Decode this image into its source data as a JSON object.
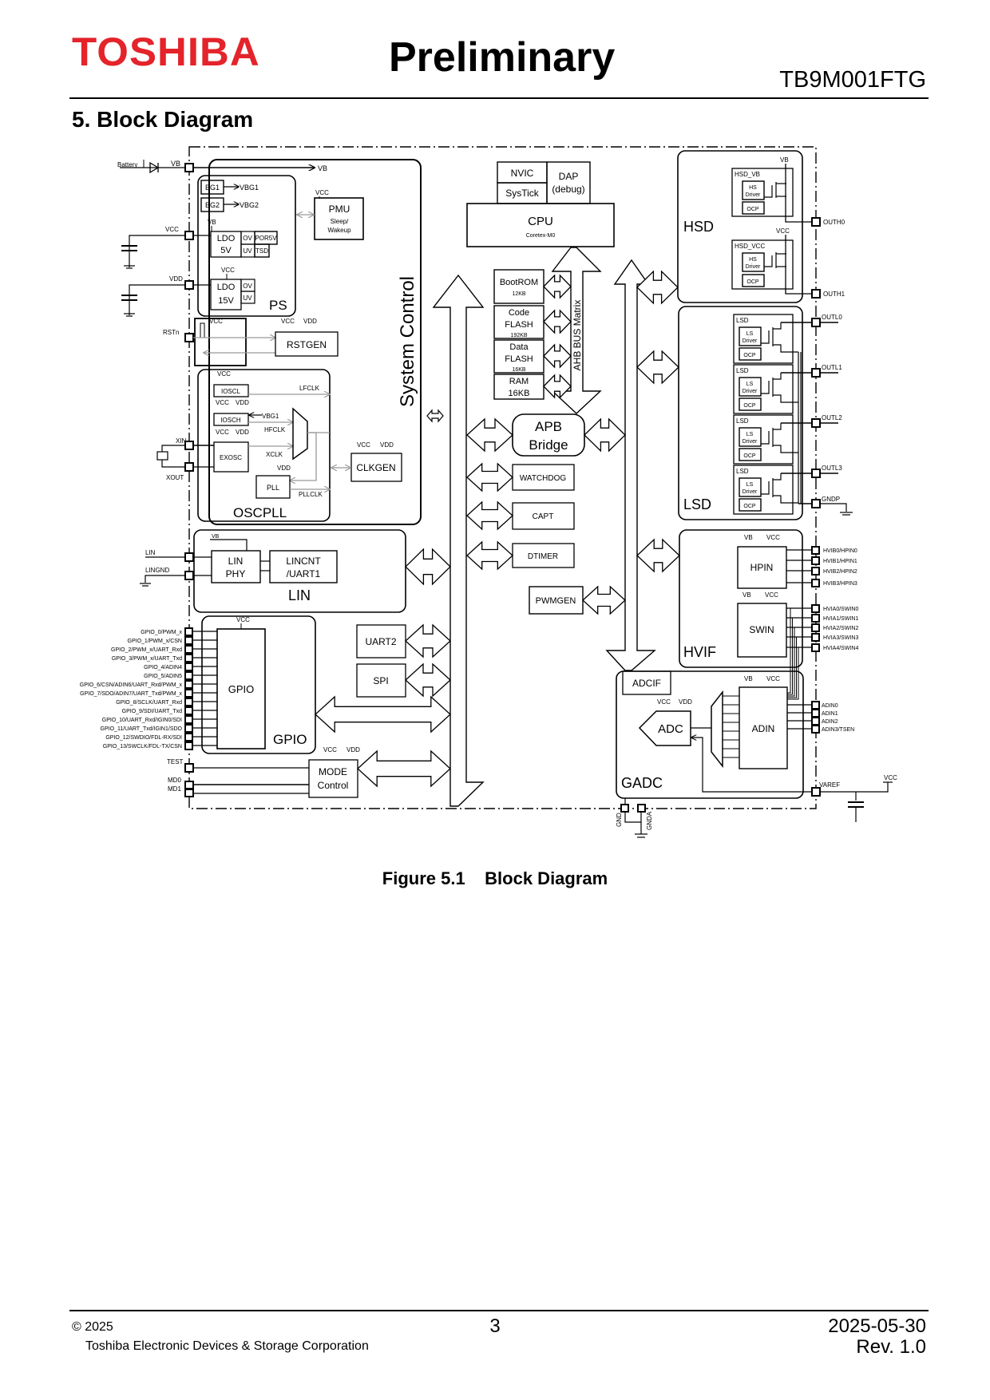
{
  "header": {
    "brand": "TOSHIBA",
    "status": "Preliminary",
    "part_number": "TB9M001FTG",
    "brand_color": "#e4232a"
  },
  "section_title": "5. Block Diagram",
  "figure_caption": {
    "number": "Figure 5.1",
    "title": "Block Diagram"
  },
  "diagram": {
    "system_control": {
      "title": "System Control",
      "battery": "Battery",
      "vb": "VB",
      "ps": {
        "title": "PS",
        "bg1": "BG1",
        "vbg1": "VBG1",
        "bg2": "BG2",
        "vbg2": "VBG2",
        "ldo5_line1": "LDO",
        "ldo5_line2": "5V",
        "ldo15_line1": "LDO",
        "ldo15_line2": "15V",
        "ov": "OV",
        "uv": "UV",
        "por5v": "POR5V",
        "tsd": "TSD",
        "vb": "VB",
        "vcc": "VCC"
      },
      "pmu": {
        "title": "PMU",
        "line2": "Sleep/",
        "line3": "Wakeup",
        "vcc": "VCC"
      },
      "rstgen": {
        "title": "RSTGEN",
        "vcc": "VCC",
        "vdd": "VDD"
      },
      "oscpll": {
        "title": "OSCPLL",
        "ioscl": "IOSCL",
        "iosch": "IOSCH",
        "exosc": "EXOSC",
        "pll": "PLL",
        "lfclk": "LFCLK",
        "hfclk": "HFCLK",
        "xclk": "XCLK",
        "pllclk": "PLLCLK",
        "vbg1": "VBG1",
        "vcc": "VCC",
        "vdd": "VDD"
      },
      "clkgen": {
        "title": "CLKGEN",
        "vcc": "VCC",
        "vdd": "VDD"
      }
    },
    "pins_left": {
      "vb": "VB",
      "vcc": "VCC",
      "vdd": "VDD",
      "rstn": "RSTn",
      "xin": "XIN",
      "xout": "XOUT",
      "lin": "LIN",
      "lingnd": "LINGND",
      "test": "TEST",
      "md0": "MD0",
      "md1": "MD1",
      "gpio": [
        "GPIO_0/PWM_x",
        "GPIO_1/PWM_x/CSN",
        "GPIO_2/PWM_x/UART_Rxd",
        "GPIO_3/PWM_x/UART_Txd",
        "GPIO_4/ADIN4",
        "GPIO_5/ADIN5",
        "GPIO_6/CSN/ADIN6/UART_Rxd/PWM_x",
        "GPIO_7/SDO/ADIN7/UART_Txd/PWM_x",
        "GPIO_8/SCLK/UART_Rxd",
        "GPIO_9/SDI/UART_Txd",
        "GPIO_10/UART_Rxd/IGIN0/SDI",
        "GPIO_11/UART_Txd/IGIN1/SDO",
        "GPIO_12/SWDIO/FDL-RX/SDI",
        "GPIO_13/SWCLK/FDL-TX/CSN"
      ]
    },
    "lin": {
      "title": "LIN",
      "phy_line1": "LIN",
      "phy_line2": "PHY",
      "cnt_line1": "LINCNT",
      "cnt_line2": "/UART1",
      "vb": "VB"
    },
    "gpio": {
      "title": "GPIO",
      "block": "GPIO",
      "vcc": "VCC"
    },
    "uart2": "UART2",
    "spi": "SPI",
    "mode": {
      "line1": "MODE",
      "line2": "Control",
      "vcc": "VCC",
      "vdd": "VDD"
    },
    "core": {
      "nvic": "NVIC",
      "systick": "SysTick",
      "dap_line1": "DAP",
      "dap_line2": "(debug)",
      "cpu": "CPU",
      "cpu_sub": "Coretex-M0",
      "ahb": "AHB BUS Matrix",
      "bootrom": "BootROM",
      "bootrom_size": "12KB",
      "codeflash_line1": "Code",
      "codeflash_line2": "FLASH",
      "codeflash_size": "192KB",
      "dataflash_line1": "Data",
      "dataflash_line2": "FLASH",
      "dataflash_size": "16KB",
      "ram_line1": "RAM",
      "ram_line2": "16KB",
      "apb_line1": "APB",
      "apb_line2": "Bridge",
      "watchdog": "WATCHDOG",
      "capt": "CAPT",
      "dtimer": "DTIMER",
      "pwmgen": "PWMGEN"
    },
    "hsd": {
      "title": "HSD",
      "hsd_vb": "HSD_VB",
      "hsd_vcc": "HSD_VCC",
      "driver_line1": "HS",
      "driver_line2": "Driver",
      "ocp": "OCP",
      "vb": "VB",
      "vcc": "VCC",
      "outh0": "OUTH0",
      "outh1": "OUTH1"
    },
    "lsd": {
      "title": "LSD",
      "block": "LSD",
      "driver_line1": "LS",
      "driver_line2": "Driver",
      "ocp": "OCP",
      "outputs": [
        "OUTL0",
        "OUTL1",
        "OUTL2",
        "OUTL3"
      ],
      "gndp": "GNDP"
    },
    "hvif": {
      "title": "HVIF",
      "hpin": "HPIN",
      "swin": "SWIN",
      "vb": "VB",
      "vcc": "VCC",
      "hpin_pins": [
        "HVIB0/HPIN0",
        "HVIB1/HPIN1",
        "HVIB2/HPIN2",
        "HVIB3/HPIN3"
      ],
      "swin_pins": [
        "HVIA0/SWIN0",
        "HVIA1/SWIN1",
        "HVIA2/SWIN2",
        "HVIA3/SWIN3",
        "HVIA4/SWIN4"
      ]
    },
    "gadc": {
      "title": "GADC",
      "adcif": "ADCIF",
      "adc": "ADC",
      "adin": "ADIN",
      "vb": "VB",
      "vcc": "VCC",
      "vdd": "VDD",
      "adin_pins": [
        "ADIN0",
        "ADIN1",
        "ADIN2",
        "ADIN3/TSEN"
      ],
      "varef": "VAREF",
      "gnd": "GND",
      "gnda": "GNDA"
    }
  },
  "footer": {
    "copyright": "© 2025",
    "company": "Toshiba Electronic Devices & Storage Corporation",
    "page": "3",
    "date": "2025-05-30",
    "revision": "Rev. 1.0"
  }
}
